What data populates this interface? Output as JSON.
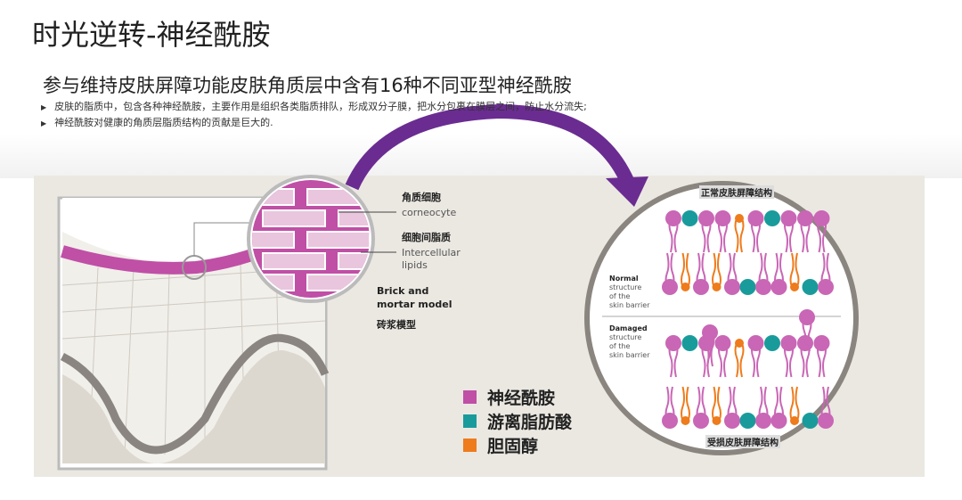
{
  "title": "时光逆转-神经酰胺",
  "subtitle": "参与维持皮肤屏障功能皮肤角质层中含有16种不同亚型神经酰胺",
  "bullets": [
    "皮肤的脂质中，包含各种神经酰胺，主要作用是组织各类脂质排队，形成双分子膜，把水分包裹在膜层之间，防止水分流失;",
    "神经酰胺对健康的角质层脂质结构的贡献是巨大的."
  ],
  "diagram": {
    "corneocyte_cn": "角质细胞",
    "corneocyte_en": "corneocyte",
    "lipids_cn": "细胞间脂质",
    "lipids_en1": "Intercellular",
    "lipids_en2": "lipids",
    "model_en1": "Brick and",
    "model_en2": "mortar model",
    "model_cn": "砖浆模型",
    "normal_title": "正常皮肤屏障结构",
    "damaged_title": "受损皮肤屏障结构",
    "normal_label": [
      "Normal",
      "structure",
      "of the",
      "skin barrier"
    ],
    "damaged_label": [
      "Damaged",
      "structure",
      "of the",
      "skin barrier"
    ]
  },
  "legend": [
    {
      "label": "神经酰胺",
      "color": "#c04fa6"
    },
    {
      "label": "游离脂肪酸",
      "color": "#1a9b9b"
    },
    {
      "label": "胆固醇",
      "color": "#ee7b1c"
    }
  ]
}
